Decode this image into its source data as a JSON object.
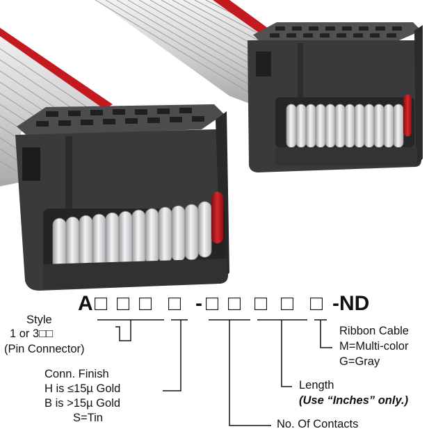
{
  "part_number": {
    "prefix": "A",
    "box": "□",
    "dash": "-",
    "suffix": "-ND"
  },
  "labels": {
    "style": {
      "title": "Style",
      "line1": "1 or 3□□",
      "line2": "(Pin Connector)"
    },
    "conn_finish": {
      "title": "Conn. Finish",
      "line1": "H is ≤15µ  Gold",
      "line2": "B is >15µ  Gold",
      "line3": "S=Tin"
    },
    "contacts": {
      "title": "No. Of Contacts"
    },
    "length": {
      "title": "Length",
      "note": "(Use “Inches” only.)"
    },
    "ribbon": {
      "title": "Ribbon Cable",
      "line1": "M=Multi-color",
      "line2": "G=Gray"
    }
  },
  "colors": {
    "connector_body": "#3a3a3c",
    "cable_gray": "#d4d4d6",
    "cable_red": "#c31a1f",
    "line": "#111111"
  },
  "connector_pair_count": 12
}
